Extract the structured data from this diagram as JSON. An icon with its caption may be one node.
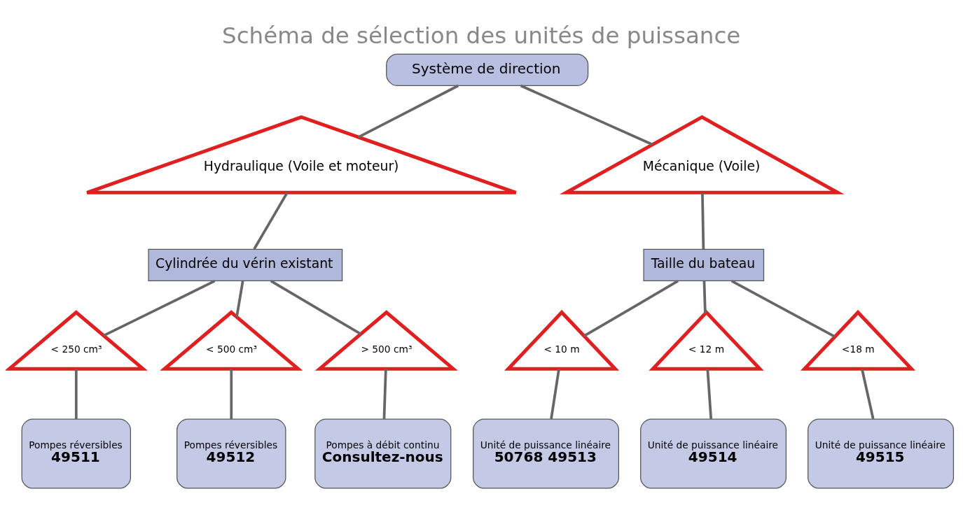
{
  "diagram": {
    "title": "Schéma de sélection des unités de puissance",
    "nodes": [
      {
        "text": [
          "Système de direction"
        ]
      },
      {
        "text": [
          "Hydraulique (Voile et moteur)"
        ]
      },
      {
        "text": [
          "Mécanique (Voile)"
        ]
      },
      {
        "text": [
          "Cylindrée du vérin existant"
        ]
      },
      {
        "text": [
          "Taille du bateau"
        ]
      },
      {
        "text": [
          "< 250 cm³"
        ]
      },
      {
        "text": [
          "< 500 cm³"
        ]
      },
      {
        "text": [
          "> 500 cm³"
        ]
      },
      {
        "text": [
          "< 10 m"
        ]
      },
      {
        "text": [
          "< 12 m"
        ]
      },
      {
        "text": [
          "<18 m"
        ]
      },
      {
        "text": [
          "Pompes réversibles",
          "49511"
        ]
      },
      {
        "text": [
          "Pompes réversibles",
          "49512"
        ]
      },
      {
        "text": [
          "Pompes à débit continu",
          "Consultez-nous"
        ]
      },
      {
        "text": [
          "Unité de puissance linéaire",
          "50768 49513"
        ]
      },
      {
        "text": [
          "Unité de puissance linéaire",
          "49514"
        ]
      },
      {
        "text": [
          "Unité de puissance linéaire",
          "49515"
        ]
      }
    ],
    "edges": [
      {
        "from": 0,
        "to": 1,
        "arrow": "none"
      },
      {
        "from": 0,
        "to": 2,
        "arrow": "none"
      },
      {
        "from": 1,
        "to": 3,
        "arrow": "none"
      },
      {
        "from": 2,
        "to": 4,
        "arrow": "none"
      },
      {
        "from": 3,
        "to": 5,
        "arrow": "none"
      },
      {
        "from": 3,
        "to": 6,
        "arrow": "none"
      },
      {
        "from": 3,
        "to": 7,
        "arrow": "none"
      },
      {
        "from": 4,
        "to": 8,
        "arrow": "none"
      },
      {
        "from": 4,
        "to": 9,
        "arrow": "none"
      },
      {
        "from": 4,
        "to": 10,
        "arrow": "none"
      },
      {
        "from": 5,
        "to": 11,
        "arrow": "none"
      },
      {
        "from": 6,
        "to": 12,
        "arrow": "none"
      },
      {
        "from": 7,
        "to": 13,
        "arrow": "none"
      },
      {
        "from": 8,
        "to": 14,
        "arrow": "none"
      },
      {
        "from": 9,
        "to": 15,
        "arrow": "none"
      },
      {
        "from": 10,
        "to": 16,
        "arrow": "none"
      }
    ]
  }
}
